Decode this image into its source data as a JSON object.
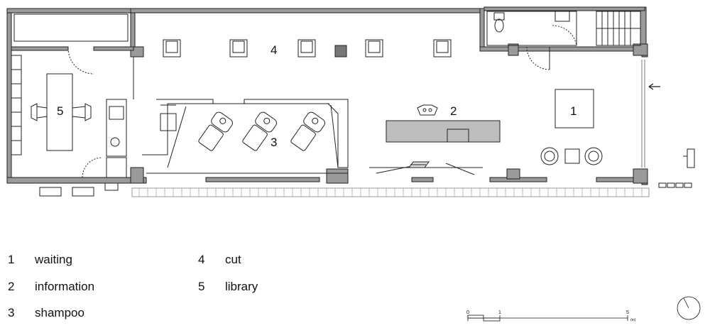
{
  "rooms": [
    {
      "number": "1",
      "name": "waiting"
    },
    {
      "number": "2",
      "name": "information"
    },
    {
      "number": "3",
      "name": "shampoo"
    },
    {
      "number": "4",
      "name": "cut"
    },
    {
      "number": "5",
      "name": "library"
    }
  ],
  "scale_bar": {
    "ticks": [
      "0",
      "1",
      "5"
    ],
    "unit": "(m)"
  }
}
